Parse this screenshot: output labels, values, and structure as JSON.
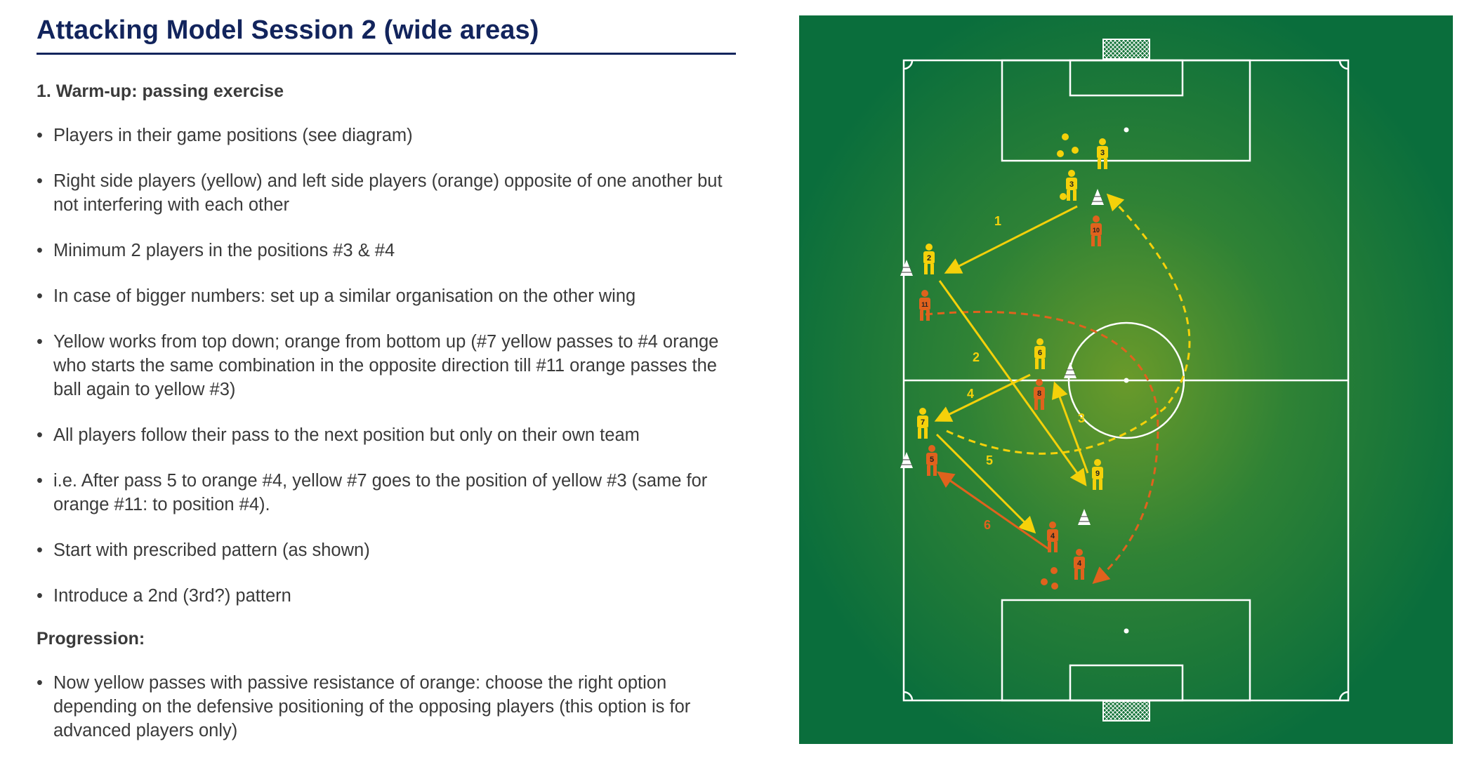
{
  "title": "Attacking Model Session 2 (wide areas)",
  "section": "1. Warm-up: passing exercise",
  "bullets": [
    "Players in their game positions (see diagram)",
    "Right side players (yellow) and left side players (orange) opposite of one another but not interfering with each other",
    "Minimum 2 players in the positions #3 & #4",
    "In case of bigger numbers: set up a similar organisation on the other wing",
    "Yellow works from top down; orange from bottom up (#7 yellow passes to #4 orange who starts the same combination in the opposite direction till #11 orange passes the ball again to yellow #3)",
    "All players follow their pass to the next position but only on their own team",
    "i.e. After pass 5 to orange #4, yellow #7 goes to the position of yellow #3 (same for orange #11: to position #4).",
    "Start with prescribed pattern (as shown)",
    "Introduce a 2nd (3rd?) pattern"
  ],
  "progression": {
    "title": "Progression:",
    "bullets": [
      "Now yellow passes with passive resistance of orange: choose the right option depending on the defensive positioning of the opposing players (this option is for advanced players only)"
    ]
  },
  "diagram": {
    "colors": {
      "pitch": "#0a6e3c",
      "pitch_center": "#6a9a2a",
      "lines": "#ffffff",
      "yellow": "#f5d10a",
      "orange": "#e0621d"
    },
    "yellow_players": [
      "3",
      "3",
      "2",
      "6",
      "7",
      "9"
    ],
    "orange_players": [
      "10",
      "11",
      "8",
      "5",
      "4",
      "4"
    ],
    "pass_labels": [
      "1",
      "2",
      "3",
      "4",
      "5",
      "6"
    ]
  }
}
